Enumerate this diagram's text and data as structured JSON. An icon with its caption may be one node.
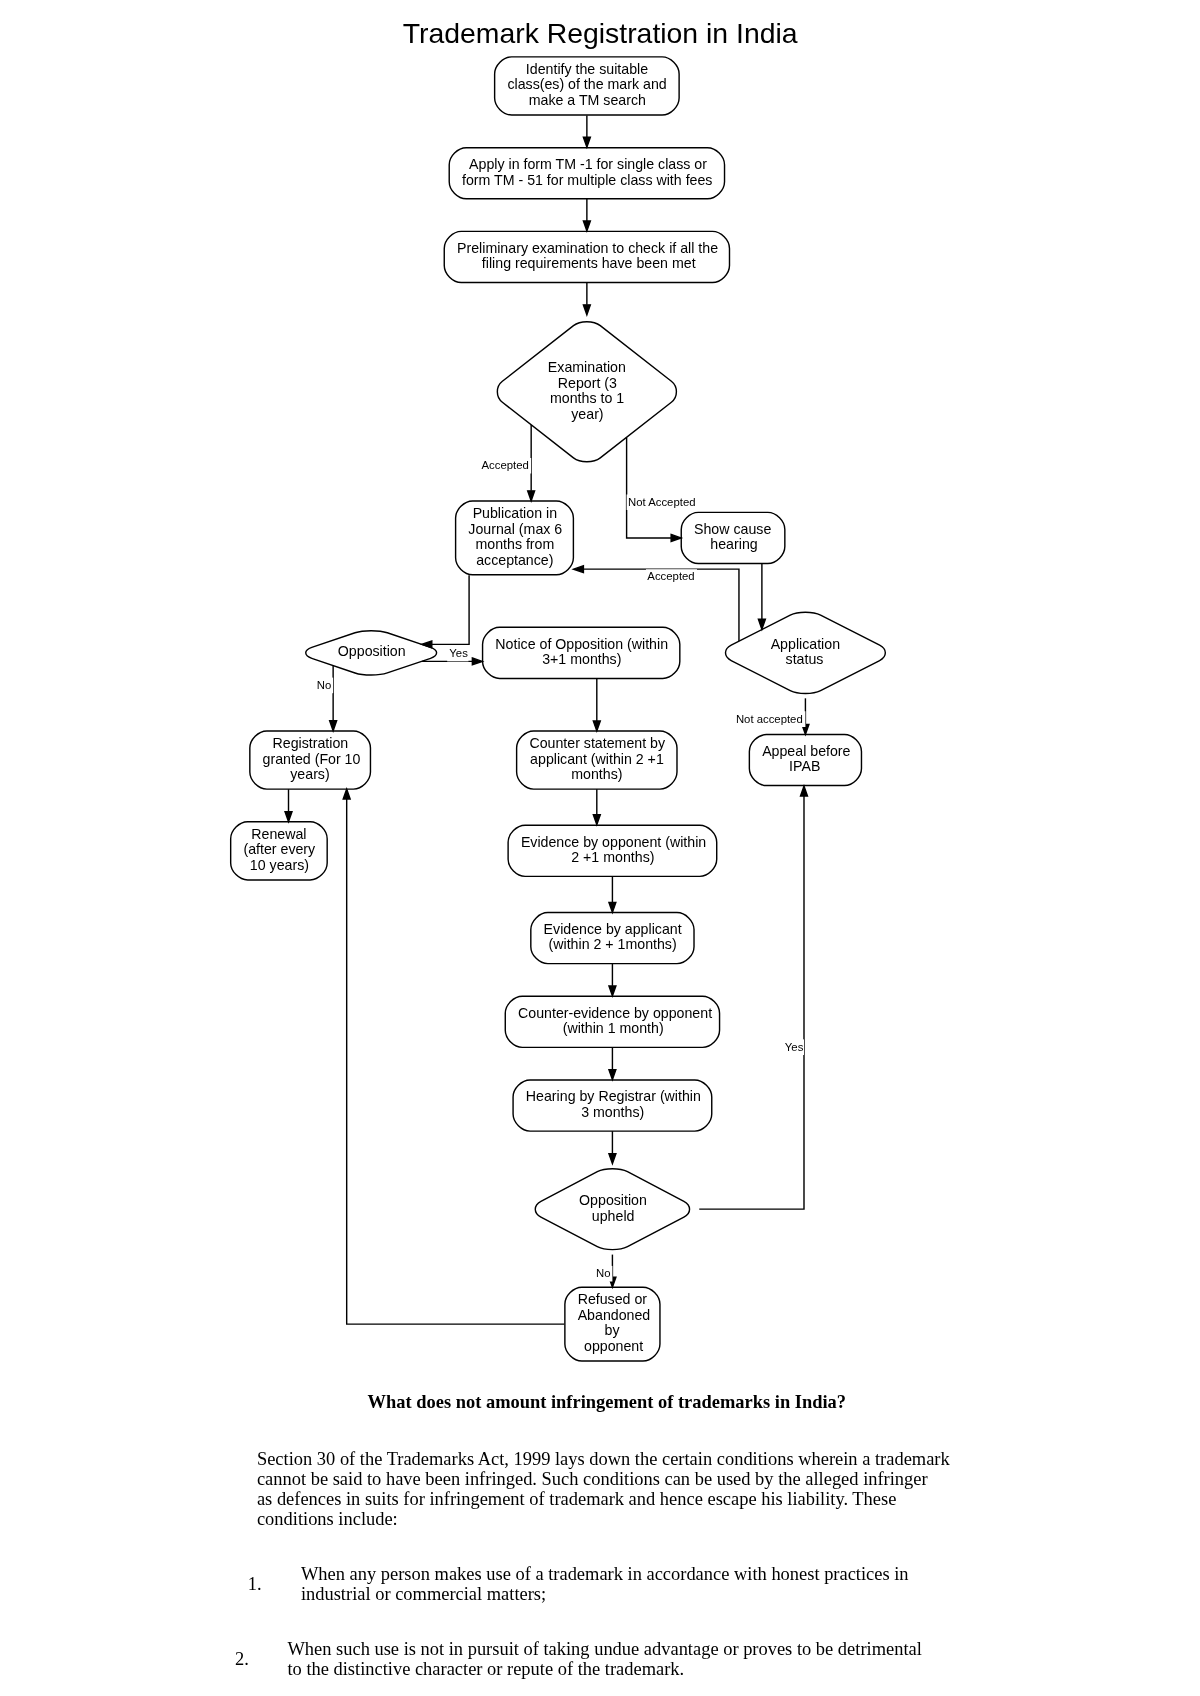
{
  "diagram": {
    "title": "Trademark Registration in India",
    "nodes": [
      {
        "text": [
          "Identify the suitable class(es) of the mark and make a TM search"
        ]
      },
      {
        "text": [
          "Apply in form TM -1 for single class or form TM - 51 for multiple class with fees"
        ]
      },
      {
        "text": [
          "Preliminary examination to check if all the filing requirements have been met"
        ]
      },
      {
        "text": [
          "Examination Report (3 months to 1 year)"
        ]
      },
      {
        "text": [
          "Publication in Journal (max 6 months from acceptance)"
        ]
      },
      {
        "text": [
          "Show cause hearing"
        ]
      },
      {
        "text": [
          "Opposition"
        ]
      },
      {
        "text": [
          "Notice of Opposition (within 3+1 months)"
        ]
      },
      {
        "text": [
          "Application status"
        ]
      },
      {
        "text": [
          "Counter statement by applicant (within 2 +1 months)"
        ]
      },
      {
        "text": [
          "Registration granted (For 10 years)"
        ]
      },
      {
        "text": [
          "Evidence by opponent (within 2 +1 months)"
        ]
      },
      {
        "text": [
          "Appeal before IPAB"
        ]
      },
      {
        "text": [
          "Renewal (after every 10 years)"
        ]
      },
      {
        "text": [
          "Evidence by applicant (within 2 + 1months)"
        ]
      },
      {
        "text": [
          "Counter-evidence by opponent (within 1 month)"
        ]
      },
      {
        "text": [
          "Hearing by Registrar (within 3 months)"
        ]
      },
      {
        "text": [
          "Refused or Abandoned by opponent"
        ]
      },
      {
        "text": [
          "Opposition upheld"
        ]
      }
    ],
    "edges": [
      {
        "from": 0,
        "to": 1,
        "arrow": "to"
      },
      {
        "from": 1,
        "to": 2,
        "arrow": "to"
      },
      {
        "from": 2,
        "to": 3,
        "arrow": "to"
      },
      {
        "from": 3,
        "to": 4,
        "arrow": "to",
        "label": "Accepted"
      },
      {
        "from": 3,
        "to": 5,
        "arrow": "to",
        "label": "Not Accepted"
      },
      {
        "from": 5,
        "to": 8,
        "arrow": "to"
      },
      {
        "from": 8,
        "to": 4,
        "arrow": "to",
        "label": "Accepted"
      },
      {
        "from": 8,
        "to": 12,
        "arrow": "to",
        "label": "Not accepted"
      },
      {
        "from": 4,
        "to": 6,
        "arrow": "to"
      },
      {
        "from": 6,
        "to": 7,
        "arrow": "to",
        "label": "Yes"
      },
      {
        "from": 6,
        "to": 10,
        "arrow": "to",
        "label": "No"
      },
      {
        "from": 7,
        "to": 9,
        "arrow": "to"
      },
      {
        "from": 9,
        "to": 11,
        "arrow": "to"
      },
      {
        "from": 11,
        "to": 14,
        "arrow": "to"
      },
      {
        "from": 14,
        "to": 15,
        "arrow": "to"
      },
      {
        "from": 15,
        "to": 16,
        "arrow": "to"
      },
      {
        "from": 16,
        "to": 18,
        "arrow": "to"
      },
      {
        "from": 18,
        "to": 17,
        "arrow": "to",
        "label": "No"
      },
      {
        "from": 18,
        "to": 12,
        "arrow": "to",
        "label": "Yes"
      },
      {
        "from": 17,
        "to": 10,
        "arrow": "to"
      },
      {
        "from": 10,
        "to": 13,
        "arrow": "to"
      }
    ],
    "labels": [
      "What does not amount infringement of trademarks in India?",
      "Section 30 of the Trademarks Act, 1999 lays down the certain conditions wherein a trademark cannot be said to have been infringed. Such conditions can be used by the alleged infringer as defences in suits for infringement of trademark and hence escape his liability. These conditions include:",
      "1.",
      "When any person makes use of a trademark in accordance with honest practices in industrial or commercial matters;",
      "2.",
      "When such use is not in pursuit of taking undue advantage or proves to be detrimental to the distinctive character or repute of the trademark."
    ]
  }
}
